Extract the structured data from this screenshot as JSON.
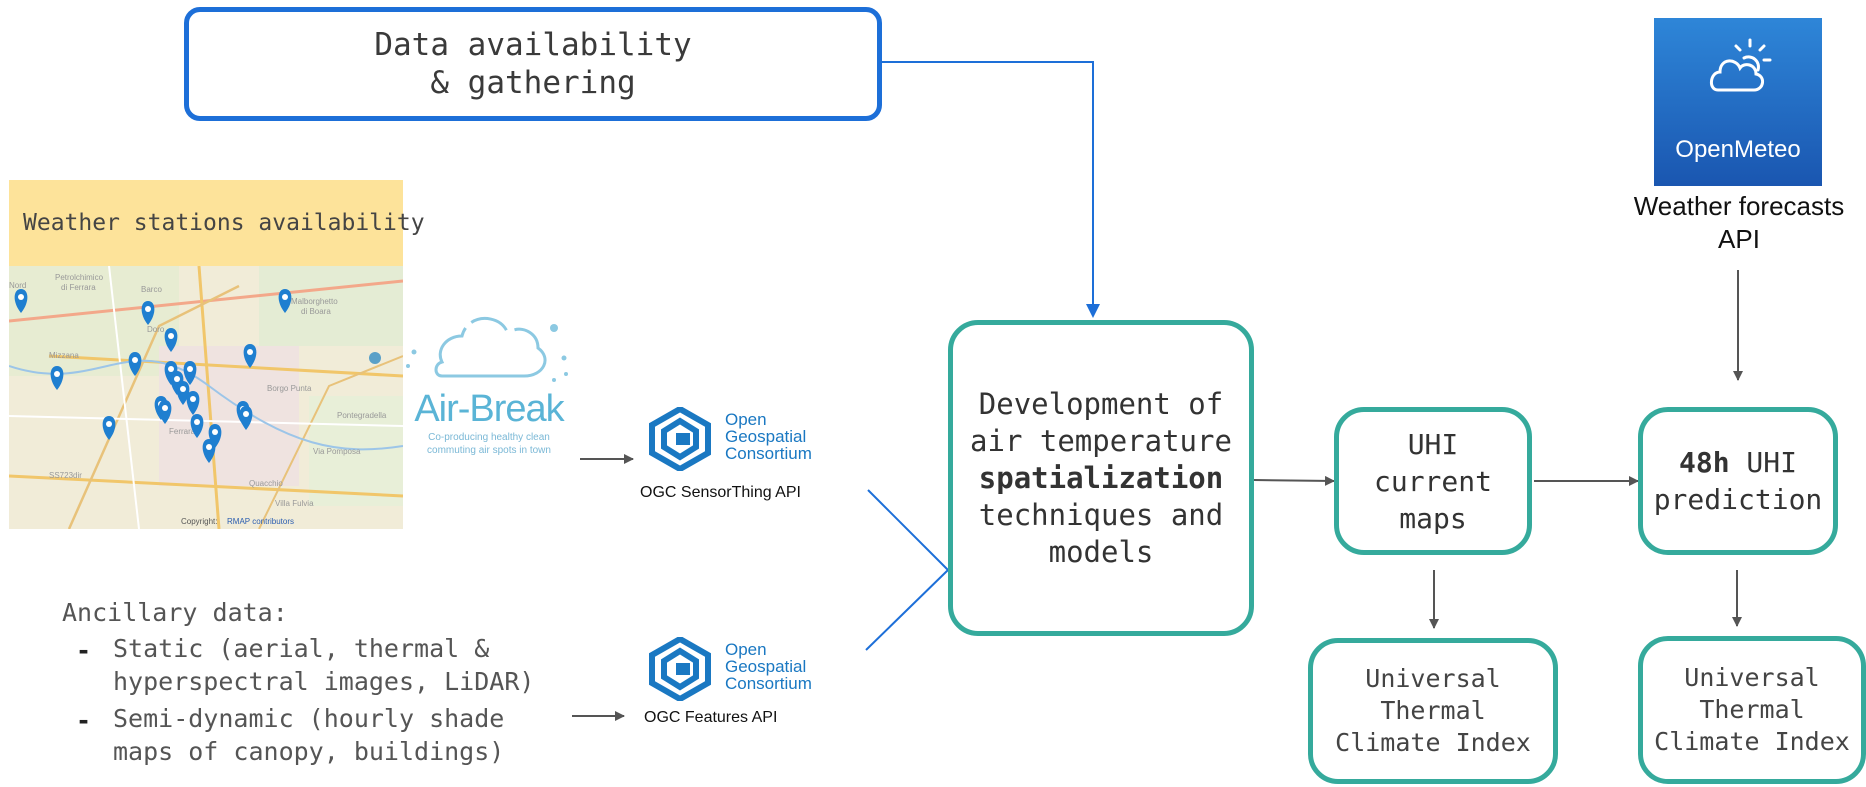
{
  "data_box": {
    "line1": "Data availability",
    "line2": "& gathering"
  },
  "stations": {
    "title": "Weather stations availability",
    "map_labels": {
      "petrolchimico": "Petrolchimico",
      "petrolchimico2": "di Ferrara",
      "barco": "Barco",
      "doro": "Doro",
      "mizzana": "Mizzana",
      "malborghetto": "Malborghetto",
      "malborghetto2": "di Boara",
      "borgo_punta": "Borgo Punta",
      "pontegradella": "Pontegradella",
      "ferrara": "Ferrara",
      "quacchio": "Quacchio",
      "villa_fulvia": "Villa Fulvia",
      "nord": "Nord",
      "ss": "SS723dir",
      "pomposa": "Via Pomposa",
      "copyright": "Copyright:",
      "rmap": "RMAP contributors"
    }
  },
  "airbreak": {
    "name": "Air-Break",
    "tagline1": "Co-producing healthy clean",
    "tagline2": "commuting air spots in town"
  },
  "ogc": {
    "word1": "Open",
    "word2": "Geospatial",
    "word3": "Consortium",
    "sensor_label": "OGC SensorThing API",
    "features_label": "OGC Features API"
  },
  "ancillary": {
    "title": "Ancillary data:",
    "items": [
      {
        "line1": "Static (aerial, thermal &",
        "line2": "hyperspectral images, LiDAR)"
      },
      {
        "line1": "Semi-dynamic (hourly shade",
        "line2": "maps of canopy, buildings)"
      }
    ]
  },
  "development": {
    "line1": "Development of",
    "line2": "air temperature",
    "line3_bold": "spatialization",
    "line4": "techniques and",
    "line5": "models"
  },
  "uhi_current": {
    "line1": "UHI",
    "line2": "current",
    "line3": "maps"
  },
  "uhi_prediction": {
    "bold": "48h",
    "rest": " UHI",
    "line2": "prediction"
  },
  "utci": {
    "line1": "Universal",
    "line2": "Thermal",
    "line3": "Climate Index"
  },
  "openmeteo": {
    "name": "OpenMeteo",
    "caption1": "Weather forecasts",
    "caption2": "API"
  },
  "colors": {
    "teal": "#35aa9c",
    "blue": "#1d6fd8",
    "arrow": "#555555",
    "ogc_blue": "#1a78c2",
    "airbreak": "#5ab4d6",
    "stations_header": "#fde39a"
  }
}
